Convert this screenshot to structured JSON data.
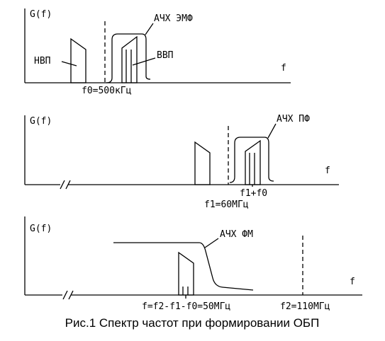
{
  "panels": [
    {
      "y_label": "G(f)",
      "x_label": "f",
      "lsb_label": "НВП",
      "usb_label": "ВВП",
      "filter_label": "АЧХ ЭМФ",
      "carrier_label": "f0=500кГц"
    },
    {
      "y_label": "G(f)",
      "x_label": "f",
      "filter_label": "АЧХ ПФ",
      "sum_label": "f1+f0",
      "carrier_label": "f1=60МГц"
    },
    {
      "y_label": "G(f)",
      "x_label": "f",
      "filter_label": "АЧХ ФМ",
      "result_label": "f=f2-f1-f0=50МГц",
      "carrier_label": "f2=110МГц"
    }
  ],
  "caption": "Рис.1 Спектр частот при формировании ОБП"
}
